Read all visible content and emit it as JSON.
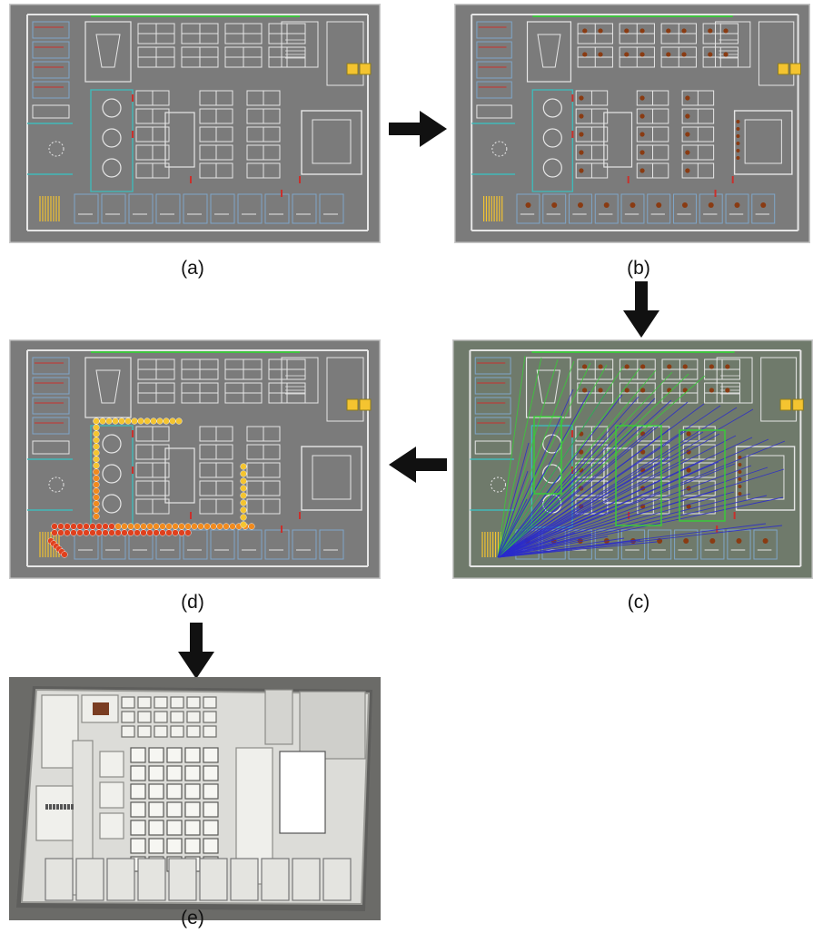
{
  "panels": [
    {
      "id": "a",
      "caption": "(a)",
      "description": "floor-plan-blank"
    },
    {
      "id": "b",
      "caption": "(b)",
      "description": "floor-plan-with-furniture"
    },
    {
      "id": "c",
      "caption": "(c)",
      "description": "floor-plan-with-sightlines"
    },
    {
      "id": "d",
      "caption": "(d)",
      "description": "floor-plan-with-path"
    },
    {
      "id": "e",
      "caption": "(e)",
      "description": "3d-office-render"
    }
  ],
  "colors": {
    "plan_bg": "#7b7b7b",
    "plan_border": "#c9c9c9",
    "wall_light": "#e6e6e6",
    "wall_blue": "#7fa6c8",
    "teal": "#41b9b9",
    "green": "#3fc43f",
    "red": "#c9302c",
    "furniture_brown": "#8a3b12",
    "sightline_blue": "#2a2acb",
    "sightline_green": "#36d036",
    "path_orange": "#f08a1e",
    "path_yellow": "#f4c430",
    "path_red": "#e0401d",
    "render_bg": "#6b6b68",
    "render_floor": "#e8e8e4",
    "arrow": "#111111"
  }
}
